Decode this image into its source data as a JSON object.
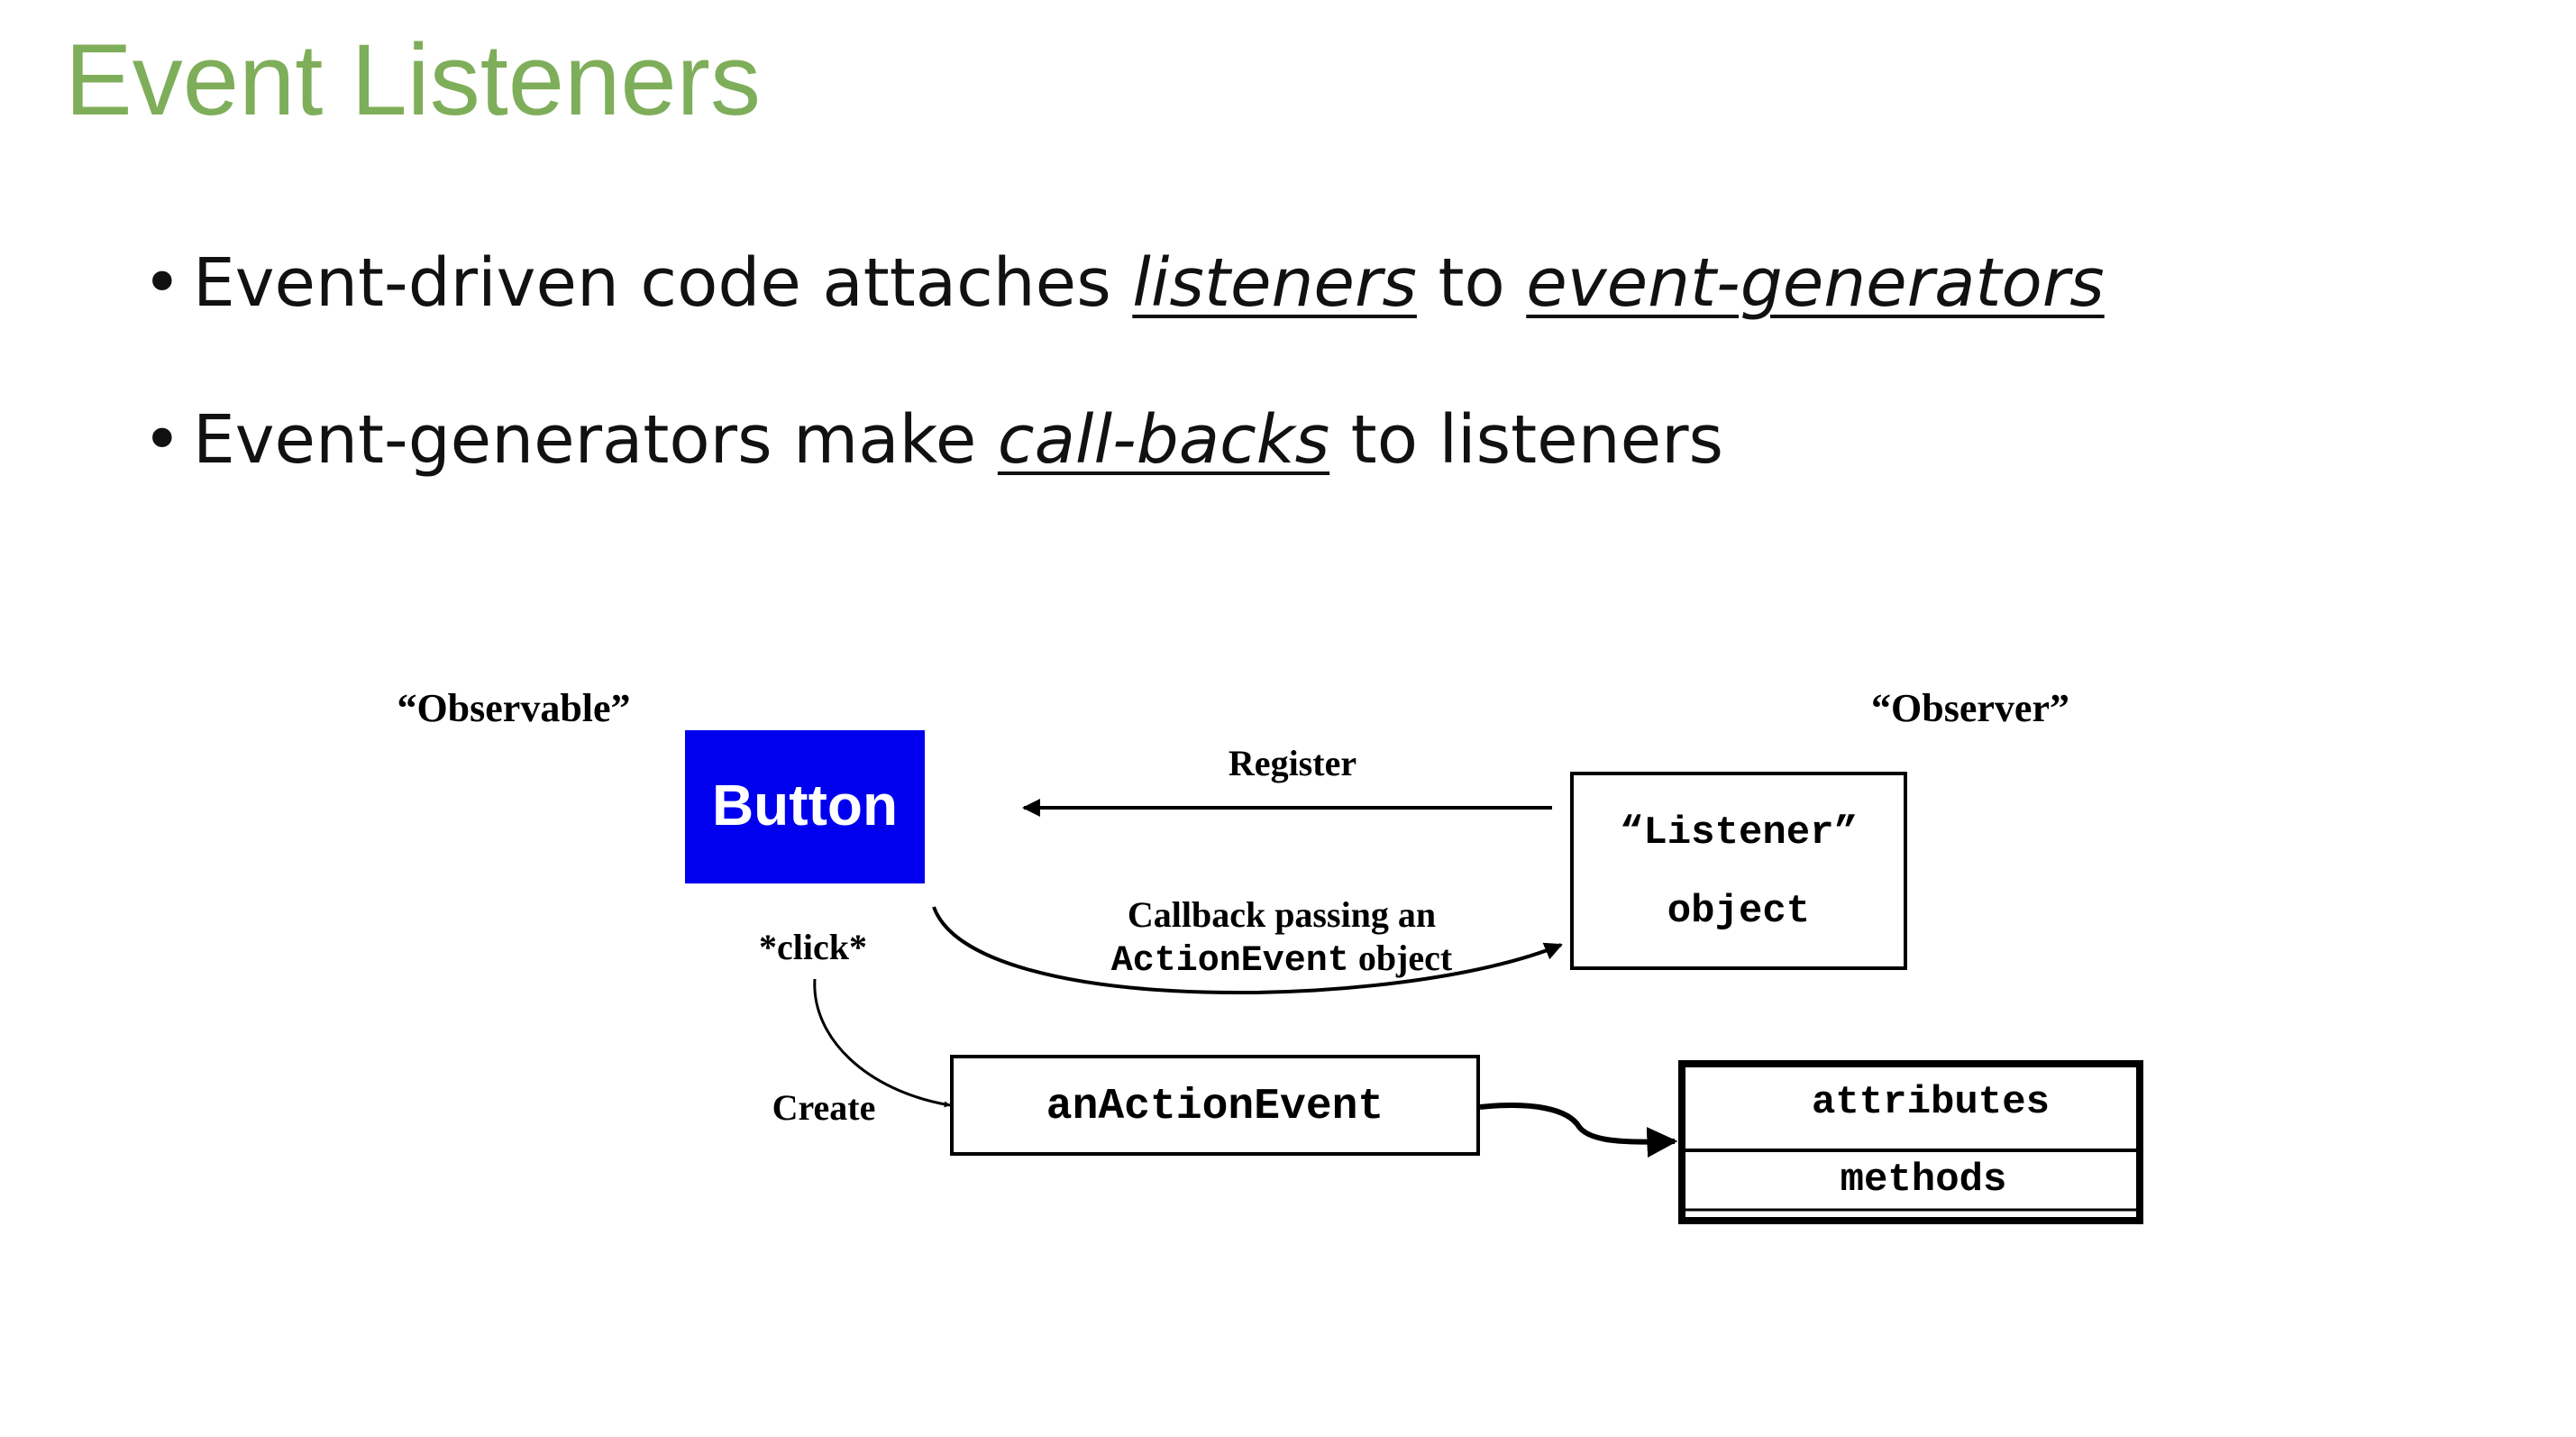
{
  "slide": {
    "title": "Event Listeners",
    "title_color": "#7fae5a"
  },
  "bullets": [
    {
      "parts": [
        {
          "text": "Event-driven code attaches ",
          "emphasis": false
        },
        {
          "text": "listeners",
          "emphasis": true
        },
        {
          "text": " to ",
          "emphasis": false
        },
        {
          "text": "event-generators",
          "emphasis": true
        }
      ]
    },
    {
      "parts": [
        {
          "text": "Event-generators make ",
          "emphasis": false
        },
        {
          "text": "call-backs",
          "emphasis": true
        },
        {
          "text": " to listeners",
          "emphasis": false
        }
      ]
    }
  ],
  "diagram": {
    "observable_label": "“Observable”",
    "observer_label": "“Observer”",
    "button": {
      "label": "Button",
      "fill_color": "#0000ee"
    },
    "register_label": "Register",
    "listener_box": {
      "line1": "“Listener”",
      "line2": "object"
    },
    "callback_label": {
      "line1": "Callback passing an",
      "line2_mono": "ActionEvent",
      "line2_rest": " object"
    },
    "click_label": "*click*",
    "create_label": "Create",
    "action_event_box": "anActionEvent",
    "class_box": {
      "attributes": "attributes",
      "methods": "methods"
    }
  }
}
